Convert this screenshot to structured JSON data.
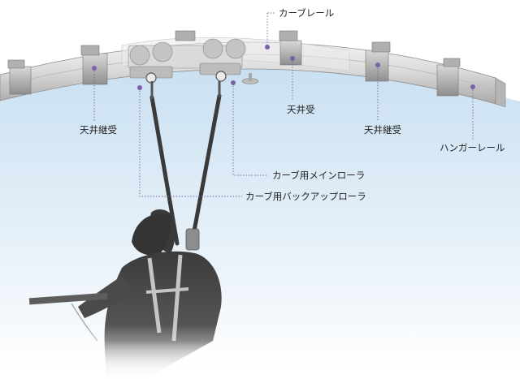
{
  "labels": {
    "curve_rail": "カーブレール",
    "ceiling_mount": "天井受",
    "ceiling_joint_mount_left": "天井継受",
    "ceiling_joint_mount_right": "天井継受",
    "hanger_rail": "ハンガーレール",
    "curve_main_roller": "カーブ用メインローラ",
    "curve_backup_roller": "カーブ用バックアップローラ"
  },
  "colors": {
    "leader_line": "#7a62a8",
    "sky_top": "#c9e0f2",
    "rail_light": "#e8e8e8",
    "rail_dark": "#9a9a9a",
    "worker_dark": "#3d3d3d"
  }
}
